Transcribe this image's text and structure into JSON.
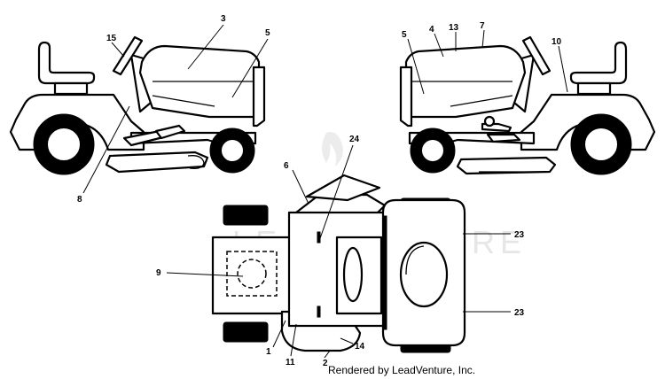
{
  "watermark": "LEADVENTURE",
  "footer": "Rendered by LeadVenture, Inc.",
  "callouts": {
    "c1": "1",
    "c2": "2",
    "c3": "3",
    "c4": "4",
    "c5a": "5",
    "c5b": "5",
    "c6": "6",
    "c7": "7",
    "c8": "8",
    "c9": "9",
    "c10": "10",
    "c11": "11",
    "c13": "13",
    "c14": "14",
    "c15": "15",
    "c23a": "23",
    "c23b": "23",
    "c24": "24"
  }
}
